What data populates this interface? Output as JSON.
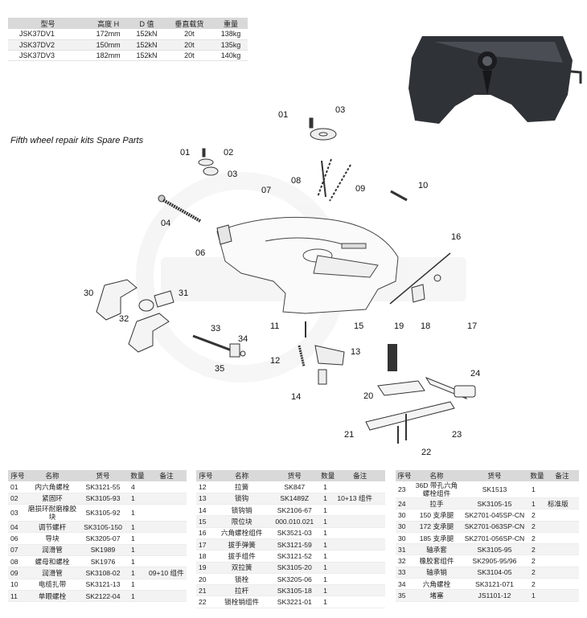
{
  "spec_table": {
    "headers": [
      "型号",
      "高度 H",
      "D 值",
      "垂直载货",
      "重量"
    ],
    "rows": [
      [
        "JSK37DV1",
        "172mm",
        "152kN",
        "20t",
        "138kg"
      ],
      [
        "JSK37DV2",
        "150mm",
        "152kN",
        "20t",
        "135kg"
      ],
      [
        "JSK37DV3",
        "182mm",
        "152kN",
        "20t",
        "140kg"
      ]
    ]
  },
  "subtitle": "Fifth wheel repair kits Spare Parts",
  "diagram": {
    "labels": [
      "01",
      "03",
      "01",
      "02",
      "03",
      "08",
      "07",
      "09",
      "10",
      "04",
      "06",
      "16",
      "30",
      "31",
      "32",
      "18",
      "17",
      "33",
      "34",
      "35",
      "11",
      "15",
      "19",
      "12",
      "13",
      "24",
      "14",
      "20",
      "21",
      "23",
      "22"
    ]
  },
  "parts_headers": [
    "序号",
    "名称",
    "货号",
    "数量",
    "备注"
  ],
  "parts_tables": [
    [
      [
        "01",
        "内六角螺栓",
        "SK3121-55",
        "4",
        ""
      ],
      [
        "02",
        "紧固环",
        "SK3105-93",
        "1",
        ""
      ],
      [
        "03",
        "磨损环耐磨橡胶块",
        "SK3105-92",
        "1",
        ""
      ],
      [
        "04",
        "调节螺杆",
        "SK3105-150",
        "1",
        ""
      ],
      [
        "06",
        "导块",
        "SK3205-07",
        "1",
        ""
      ],
      [
        "07",
        "润滑管",
        "SK1989",
        "1",
        ""
      ],
      [
        "08",
        "螺母和螺栓",
        "SK1976",
        "1",
        ""
      ],
      [
        "09",
        "润滑管",
        "SK3108-02",
        "1",
        "09+10 组件"
      ],
      [
        "10",
        "电缆扎带",
        "SK3121-13",
        "1",
        ""
      ],
      [
        "11",
        "单眼螺栓",
        "SK2122-04",
        "1",
        ""
      ]
    ],
    [
      [
        "12",
        "拉簧",
        "SK847",
        "1",
        ""
      ],
      [
        "13",
        "锁钩",
        "SK1489Z",
        "1",
        "10+13 组件"
      ],
      [
        "14",
        "锁钩销",
        "SK2106-67",
        "1",
        ""
      ],
      [
        "15",
        "限位块",
        "000.010.021",
        "1",
        ""
      ],
      [
        "16",
        "六角螺栓组件",
        "SK3521-03",
        "1",
        ""
      ],
      [
        "17",
        "拔手弹簧",
        "SK3121-59",
        "1",
        ""
      ],
      [
        "18",
        "拔手组件",
        "SK3121-52",
        "1",
        ""
      ],
      [
        "19",
        "双拉簧",
        "SK3105-20",
        "1",
        ""
      ],
      [
        "20",
        "锁栓",
        "SK3205-06",
        "1",
        ""
      ],
      [
        "21",
        "拉杆",
        "SK3105-18",
        "1",
        ""
      ],
      [
        "22",
        "锁栓销组件",
        "SK3221-01",
        "1",
        ""
      ]
    ],
    [
      [
        "23",
        "36D 带孔六角螺栓组件",
        "SK1513",
        "1",
        ""
      ],
      [
        "24",
        "拉手",
        "SK3105-15",
        "1",
        "标准版"
      ],
      [
        "30",
        "150 支承腿",
        "SK2701-045SP-CN",
        "2",
        ""
      ],
      [
        "30",
        "172 支承腿",
        "SK2701-063SP-CN",
        "2",
        ""
      ],
      [
        "30",
        "185 支承腿",
        "SK2701-056SP-CN",
        "2",
        ""
      ],
      [
        "31",
        "轴承套",
        "SK3105-95",
        "2",
        ""
      ],
      [
        "32",
        "橡胶套组件",
        "SK2905-95/96",
        "2",
        ""
      ],
      [
        "33",
        "轴承销",
        "SK3104-05",
        "2",
        ""
      ],
      [
        "34",
        "六角螺栓",
        "SK3121-071",
        "2",
        ""
      ],
      [
        "35",
        "堵塞",
        "JS1101-12",
        "1",
        ""
      ]
    ]
  ],
  "colors": {
    "header_bg": "#d9d9d9",
    "row_alt": "#f2f2f2",
    "line": "#333333"
  }
}
